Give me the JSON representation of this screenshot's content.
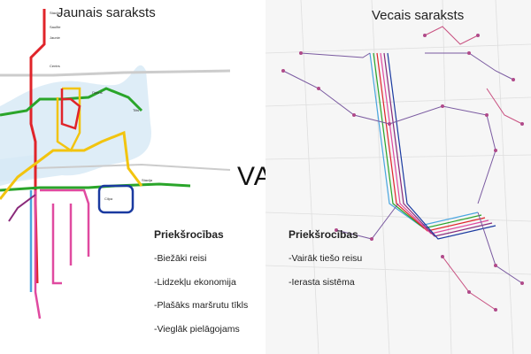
{
  "left": {
    "title": "Jaunais saraksts",
    "advantages_title": "Priekšrocības",
    "advantages": [
      "-Biežāki reisi",
      "-Lidzekļu ekonomija",
      "-Plašāks maršrutu tīkls",
      "-Vieglāk pielāgojams"
    ]
  },
  "center": {
    "separator": "VAI"
  },
  "right": {
    "title": "Vecais saraksts",
    "advantages_title": "Priekšrocības",
    "advantages": [
      "-Vairāk tiešo reisu",
      "-Ierasta sistēma"
    ]
  },
  "colors": {
    "red": "#e0242a",
    "green": "#2aa52a",
    "yellow": "#f2c40f",
    "blue": "#1a3aa0",
    "pink": "#e04aa0",
    "lightblue": "#4aa6e0",
    "purple": "#8a2a7a",
    "river": "#d6e9f5"
  }
}
